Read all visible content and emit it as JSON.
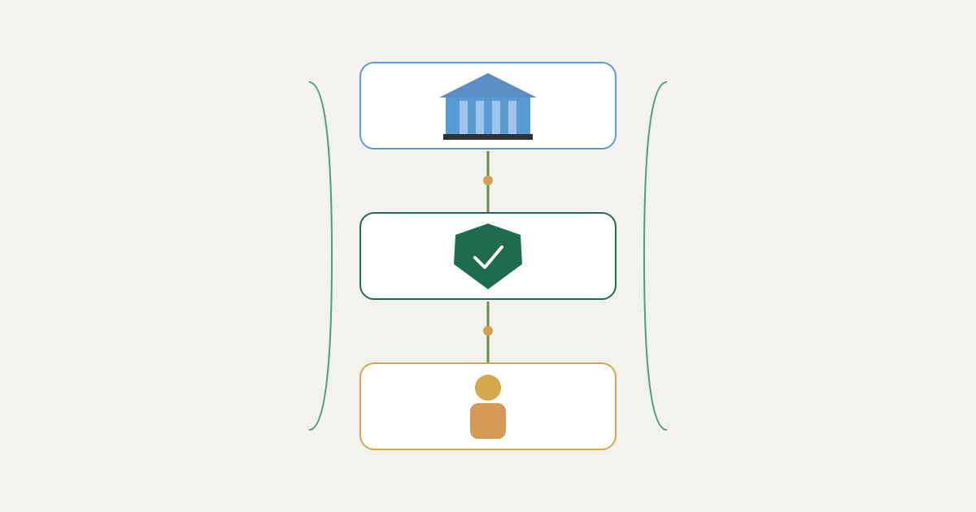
{
  "diagram": {
    "nodes": [
      {
        "id": "institution",
        "icon": "bank-icon",
        "color": "#5b9bd5"
      },
      {
        "id": "verification",
        "icon": "shield-check-icon",
        "color": "#1e6b4e"
      },
      {
        "id": "person",
        "icon": "user-icon",
        "color": "#d4a84b"
      }
    ],
    "connectors": [
      {
        "from": "institution",
        "to": "verification"
      },
      {
        "from": "verification",
        "to": "person"
      }
    ],
    "colors": {
      "background": "#f3f2ee",
      "connector_line": "#6b8f3e",
      "connector_dot": "#d4a04b",
      "side_brackets": "#4f9e7f",
      "bank_columns_light": "#9fc3ea",
      "bank_base": "#2f3233",
      "user_body": "#d59a56"
    }
  }
}
